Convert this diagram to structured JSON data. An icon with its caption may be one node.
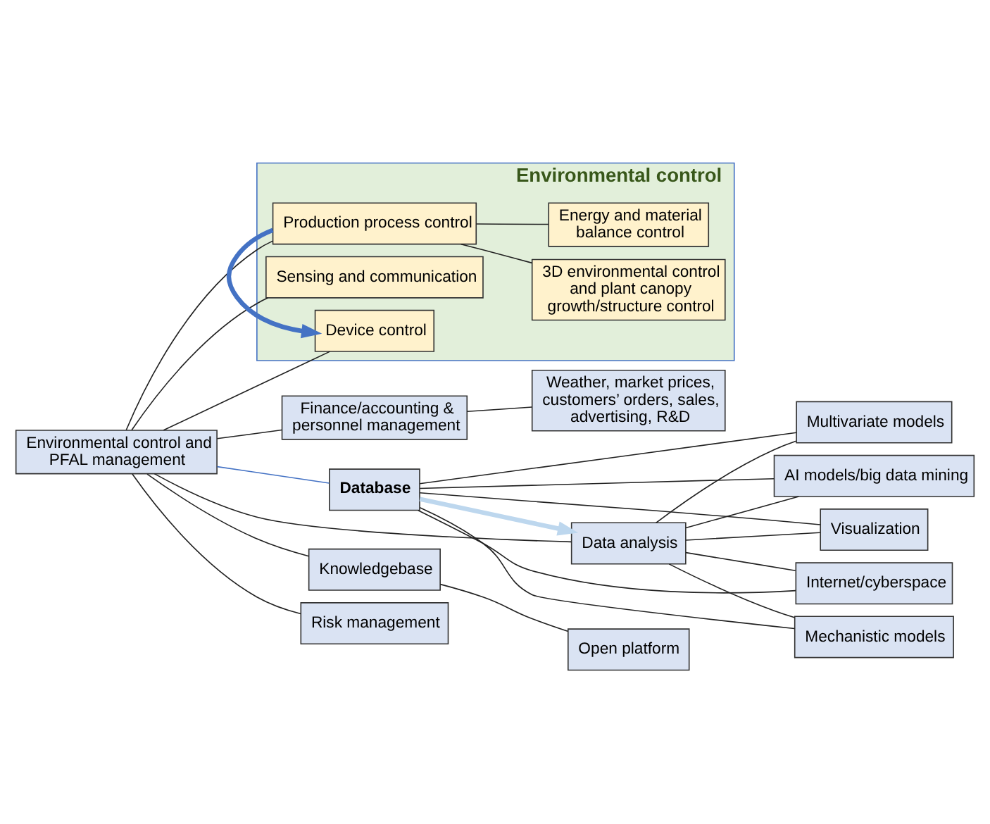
{
  "diagram": {
    "nodes": [
      {
        "text": [
          "Environmental control and PFAL management"
        ]
      },
      {
        "text": [
          "Environmental control"
        ]
      },
      {
        "text": [
          "Sensing and communication"
        ],
        "in": 1
      },
      {
        "text": [
          "Device control"
        ],
        "in": 1
      },
      {
        "text": [
          "Production process control"
        ],
        "in": 1
      },
      {
        "text": [
          "3D environmental control and plant canopy growth/structure control"
        ],
        "in": 1
      },
      {
        "text": [
          "Energy and material balance control"
        ],
        "in": 1
      },
      {
        "text": [
          "Data analysis"
        ]
      },
      {
        "text": [
          "Mechanistic models"
        ]
      },
      {
        "text": [
          "Multivariate models"
        ]
      },
      {
        "text": [
          "AI models/big data mining"
        ]
      },
      {
        "text": [
          "Visualization"
        ]
      },
      {
        "text": [
          "Internet/cyberspace"
        ]
      },
      {
        "text": [
          "Database"
        ]
      },
      {
        "text": [
          "Knowledgebase"
        ]
      },
      {
        "text": [
          "Open platform"
        ]
      },
      {
        "text": [
          "Risk management"
        ]
      },
      {
        "text": [
          "Finance/accounting & personnel management"
        ]
      },
      {
        "text": [
          "Weather, market prices, customers’ orders, sales, advertising, R&D"
        ]
      }
    ],
    "edges": [
      {
        "from": 0,
        "to": 2,
        "arrow": "none"
      },
      {
        "from": 0,
        "to": 3,
        "arrow": "none"
      },
      {
        "from": 0,
        "to": 4,
        "arrow": "none"
      },
      {
        "from": 4,
        "to": 3,
        "arrow": "to",
        "style": "thick",
        "color": "#4472c4"
      },
      {
        "from": 4,
        "to": 5,
        "arrow": "none"
      },
      {
        "from": 4,
        "to": 6,
        "arrow": "none"
      },
      {
        "from": 0,
        "to": 7,
        "arrow": "none"
      },
      {
        "from": 0,
        "to": 13,
        "arrow": "none",
        "color": "#4472c4"
      },
      {
        "from": 0,
        "to": 14,
        "arrow": "none"
      },
      {
        "from": 0,
        "to": 16,
        "arrow": "none"
      },
      {
        "from": 0,
        "to": 17,
        "arrow": "none"
      },
      {
        "from": 13,
        "to": 7,
        "arrow": "to",
        "style": "thick",
        "color": "#bdd7ee"
      },
      {
        "from": 7,
        "to": 8,
        "arrow": "none"
      },
      {
        "from": 7,
        "to": 9,
        "arrow": "none"
      },
      {
        "from": 7,
        "to": 10,
        "arrow": "none"
      },
      {
        "from": 7,
        "to": 11,
        "arrow": "none"
      },
      {
        "from": 7,
        "to": 12,
        "arrow": "none"
      },
      {
        "from": 13,
        "to": 8,
        "arrow": "none"
      },
      {
        "from": 13,
        "to": 9,
        "arrow": "none"
      },
      {
        "from": 13,
        "to": 10,
        "arrow": "none"
      },
      {
        "from": 13,
        "to": 11,
        "arrow": "none"
      },
      {
        "from": 13,
        "to": 12,
        "arrow": "none"
      },
      {
        "from": 14,
        "to": 15,
        "arrow": "none"
      },
      {
        "from": 17,
        "to": 18,
        "arrow": "none"
      }
    ]
  }
}
